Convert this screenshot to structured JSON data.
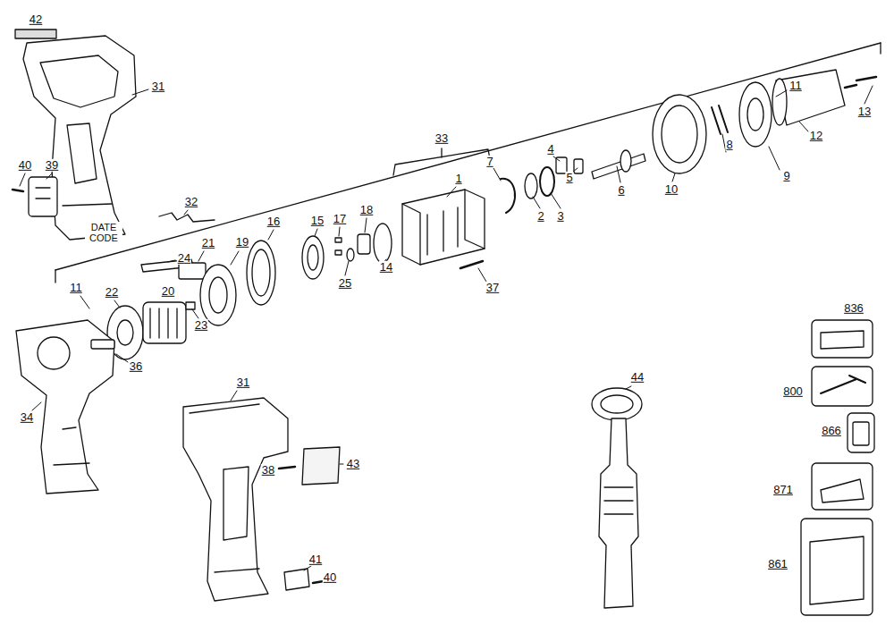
{
  "diagram": {
    "labels": [
      "42",
      "31",
      "33",
      "11",
      "13",
      "4",
      "7",
      "12",
      "40",
      "39",
      "32",
      "1",
      "16",
      "17",
      "18",
      "15",
      "6",
      "10",
      "9",
      "8",
      "5",
      "3",
      "2",
      "21",
      "19",
      "24",
      "14",
      "25",
      "37",
      "11",
      "22",
      "20",
      "23",
      "36",
      "DATE CODE",
      "836",
      "31",
      "800",
      "44",
      "866",
      "34",
      "43",
      "871",
      "38",
      "41",
      "40",
      "861"
    ]
  }
}
